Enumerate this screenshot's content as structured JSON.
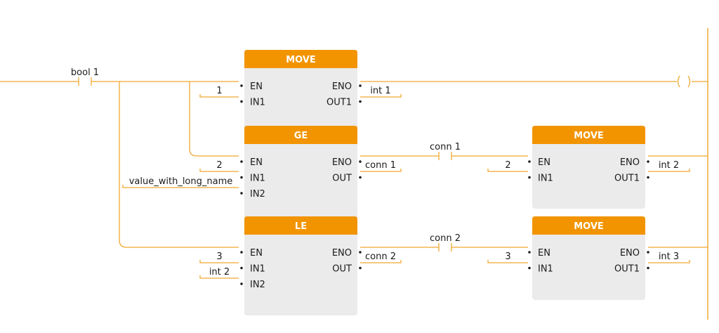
{
  "colors": {
    "header": "#f29400",
    "body": "#ebebeb",
    "wire": "#f0a830",
    "text": "#1a1a1a"
  },
  "rung": {
    "contact_bool": "bool 1",
    "coil": "( )"
  },
  "blocks": [
    {
      "id": "move1",
      "title": "MOVE",
      "inputs": [
        "EN",
        "IN1"
      ],
      "outputs": [
        "ENO",
        "OUT1"
      ],
      "input_values": [
        null,
        "1"
      ],
      "output_values": [
        null,
        "int 1"
      ]
    },
    {
      "id": "ge",
      "title": "GE",
      "inputs": [
        "EN",
        "IN1",
        "IN2"
      ],
      "outputs": [
        "ENO",
        "OUT"
      ],
      "input_values": [
        null,
        "2",
        "value_with_long_name"
      ],
      "output_values": [
        null,
        "conn 1"
      ]
    },
    {
      "id": "move2",
      "title": "MOVE",
      "inputs": [
        "EN",
        "IN1"
      ],
      "outputs": [
        "ENO",
        "OUT1"
      ],
      "input_values": [
        null,
        "2"
      ],
      "output_values": [
        null,
        "int 2"
      ]
    },
    {
      "id": "le",
      "title": "LE",
      "inputs": [
        "EN",
        "IN1",
        "IN2"
      ],
      "outputs": [
        "ENO",
        "OUT"
      ],
      "input_values": [
        null,
        "3",
        "int 2"
      ],
      "output_values": [
        null,
        "conn 2"
      ]
    },
    {
      "id": "move3",
      "title": "MOVE",
      "inputs": [
        "EN",
        "IN1"
      ],
      "outputs": [
        "ENO",
        "OUT1"
      ],
      "input_values": [
        null,
        "3"
      ],
      "output_values": [
        null,
        "int 3"
      ]
    }
  ],
  "contacts": [
    {
      "id": "conn1",
      "label": "conn 1"
    },
    {
      "id": "conn2",
      "label": "conn 2"
    }
  ]
}
